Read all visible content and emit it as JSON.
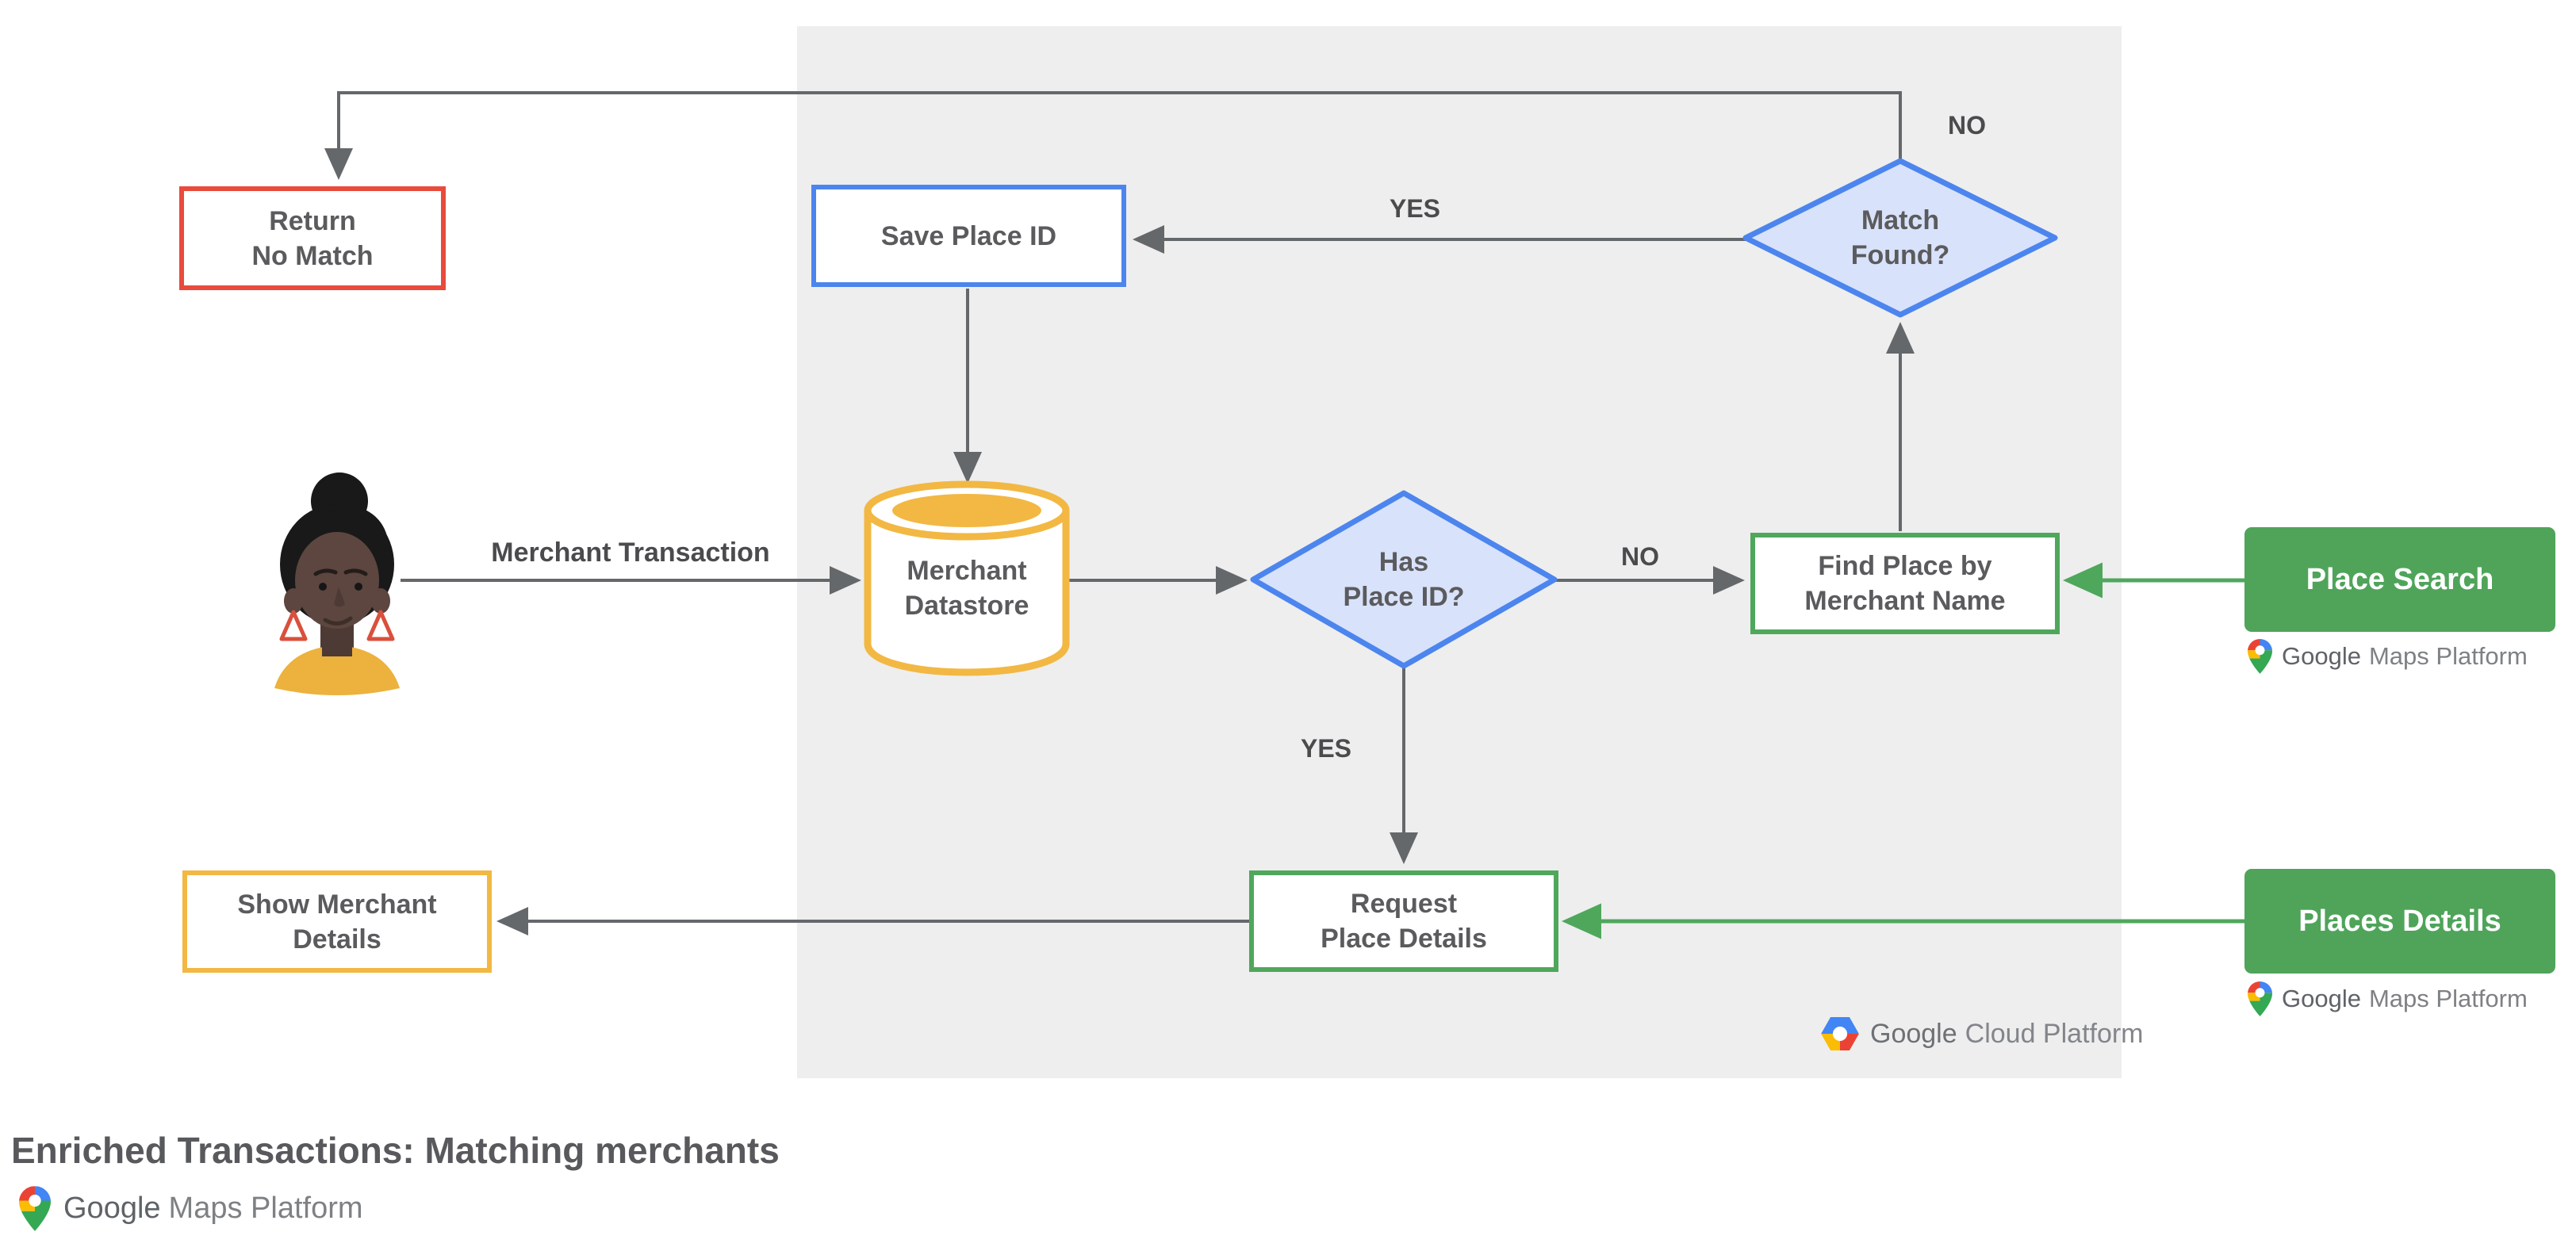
{
  "title": "Enriched Transactions: Matching merchants",
  "nodes": {
    "return_no_match": "Return\nNo Match",
    "save_place_id": "Save Place ID",
    "match_found": "Match\nFound?",
    "merchant_datastore": "Merchant\nDatastore",
    "has_place_id": "Has\nPlace ID?",
    "find_place_by_merchant_name": "Find Place by\nMerchant Name",
    "place_search": "Place Search",
    "request_place_details": "Request\nPlace Details",
    "places_details": "Places Details",
    "show_merchant_details": "Show Merchant\nDetails"
  },
  "edge_labels": {
    "match_found_no": "NO",
    "match_found_yes": "YES",
    "has_place_id_no": "NO",
    "has_place_id_yes": "YES",
    "merchant_transaction": "Merchant Transaction"
  },
  "logos": {
    "google_cloud_platform": {
      "brand": "Google",
      "product": "Cloud Platform"
    },
    "google_maps_platform": {
      "brand": "Google",
      "product": "Maps Platform"
    }
  },
  "colors": {
    "red_border": "#e84b3c",
    "blue_border": "#4c85ee",
    "blue_fill": "#d8e2fa",
    "yellow_border": "#f2b843",
    "green_border": "#4fa75c",
    "green_fill": "#4fa45a",
    "gray_line": "#65686b",
    "panel_background": "#eeeeee",
    "node_text": "#5b5b5e"
  }
}
